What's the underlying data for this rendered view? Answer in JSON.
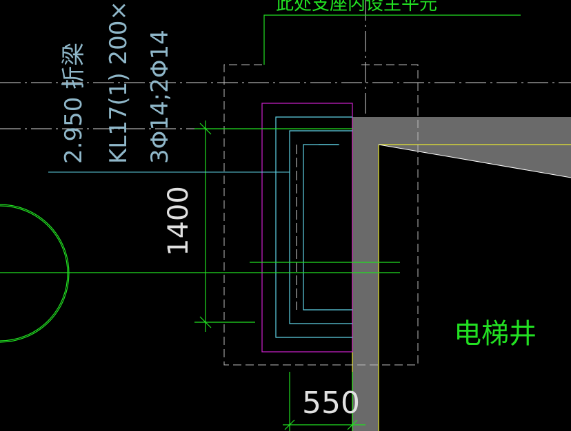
{
  "drawing": {
    "top_annotation": "此处支座内设主平元",
    "beam_label": {
      "line1": "2.950  折梁",
      "line2": "KL17(1) 200×",
      "line3": "3Φ14;2Φ14"
    },
    "dimension_vertical": "1400",
    "dimension_horizontal": "550",
    "room_label": "电梯井"
  },
  "colors": {
    "background": "#000000",
    "cyan": "#5fd3e6",
    "green": "#22e022",
    "magenta": "#c020c0",
    "yellow": "#e8e830",
    "white": "#d8d8d8",
    "gray_fill": "#6a6a6a",
    "dash": "#bdbdbd",
    "text_cyan": "#8fb7c9"
  }
}
